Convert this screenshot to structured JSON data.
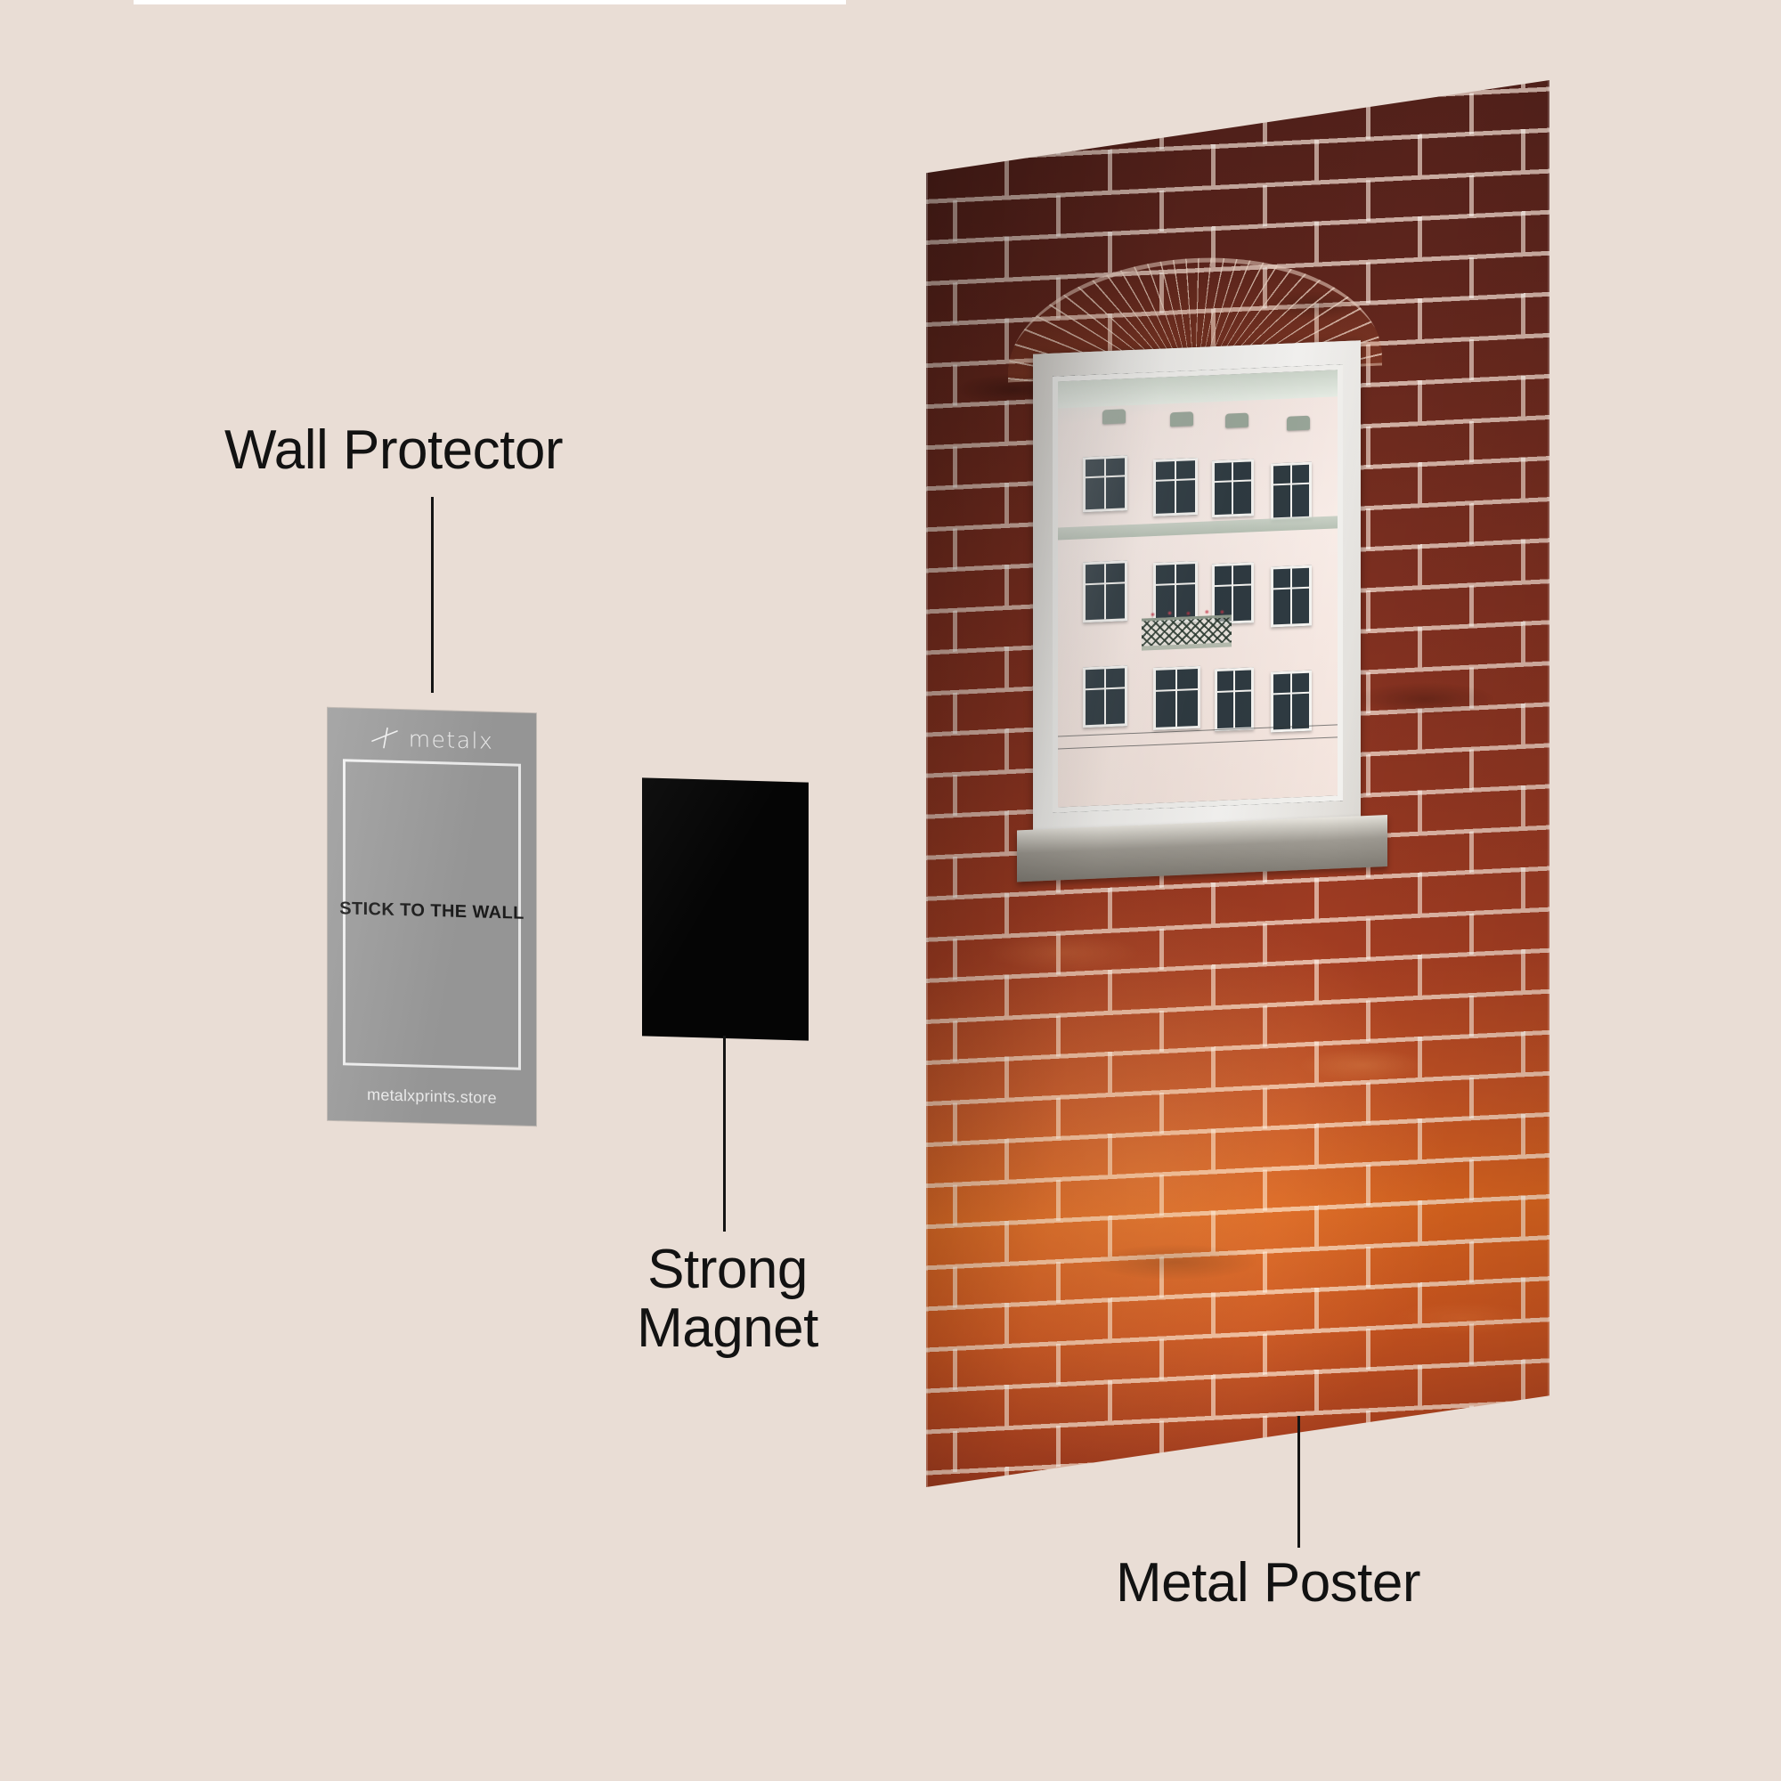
{
  "meta": {
    "background_color": "#e9ddd5",
    "text_color": "#121212"
  },
  "callouts": [
    {
      "id": "wall-protector",
      "label": "Wall Protector"
    },
    {
      "id": "strong-magnet",
      "label": "Strong\nMagnet"
    },
    {
      "id": "metal-poster",
      "label": "Metal Poster"
    }
  ],
  "wall_protector_card": {
    "brand_logo_text": "metalx",
    "brand_logo_icon": "metalx-cross-icon",
    "headline": "STICK TO THE WALL",
    "url": "metalxprints.store",
    "card_color": "#9d9d9d",
    "frame_color": "#f2f2f2"
  },
  "strong_magnet": {
    "color": "#050505",
    "shape": "square"
  },
  "metal_poster": {
    "subject": "red brick wall with arched window",
    "window_view": "pale pink apartment facade with balcony",
    "brick_color_top": "#50201a",
    "brick_color_bottom": "#d9641f",
    "mortar_color": "#ecd8cc"
  }
}
